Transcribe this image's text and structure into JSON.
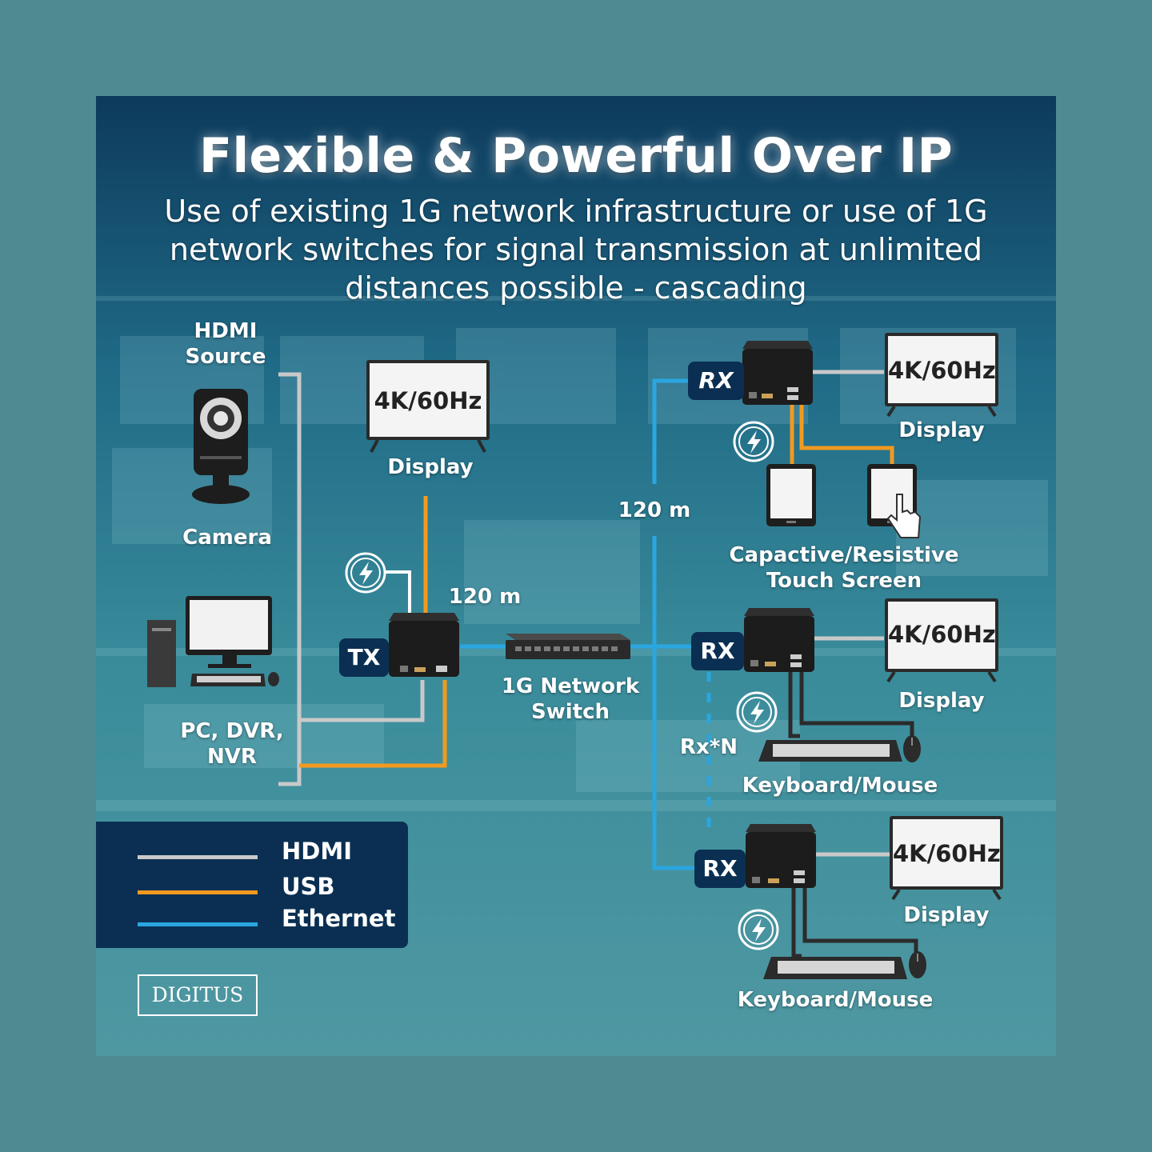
{
  "title": "Flexible & Powerful Over IP",
  "subtitle": "Use of existing 1G network infrastructure or use of 1G network switches for signal transmission at unlimited distances possible - cascading",
  "sources": {
    "hdmi_source": "HDMI Source",
    "camera": "Camera",
    "pc": "PC, DVR, NVR"
  },
  "tx": {
    "badge": "TX",
    "display_screen": "4K/60Hz",
    "display_label": "Display",
    "distance": "120 m"
  },
  "switch_label": "1G Network Switch",
  "rx_distance": "120 m",
  "rx_multiplier": "Rx*N",
  "receivers": [
    {
      "badge": "RX",
      "screen": "4K/60Hz",
      "display_label": "Display",
      "peripheral_label": "Capactive/Resistive Touch Screen"
    },
    {
      "badge": "RX",
      "screen": "4K/60Hz",
      "display_label": "Display",
      "peripheral_label": "Keyboard/Mouse"
    },
    {
      "badge": "RX",
      "screen": "4K/60Hz",
      "display_label": "Display",
      "peripheral_label": "Keyboard/Mouse"
    }
  ],
  "legend": [
    {
      "label": "HDMI",
      "color": "#c9c9c9"
    },
    {
      "label": "USB",
      "color": "#f29a1f"
    },
    {
      "label": "Ethernet",
      "color": "#2aa6e0"
    }
  ],
  "colors": {
    "hdmi": "#c9c9c9",
    "usb": "#f29a1f",
    "ethernet": "#2aa6e0",
    "badge": "#0a2f52"
  },
  "logo": "DIGITUS",
  "icons": [
    "camera-icon",
    "pc-icon",
    "power-icon",
    "tablet-icon",
    "touch-hand-icon",
    "keyboard-icon",
    "mouse-icon",
    "network-switch-icon",
    "extender-device-icon",
    "display-icon"
  ]
}
